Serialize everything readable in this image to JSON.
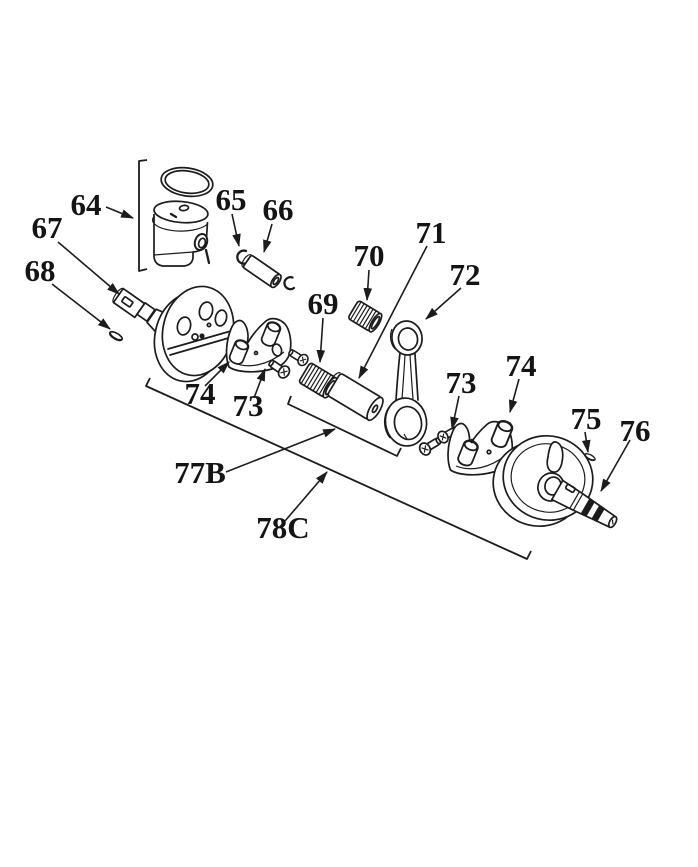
{
  "figure": {
    "subject": "Exploded parts diagram of engine crankshaft, connecting rod and piston assembly",
    "colors": {
      "background": "#ffffff",
      "line": "#1c1c1c",
      "label_text": "#141414"
    },
    "callouts": {
      "c64": "64",
      "c65": "65",
      "c66": "66",
      "c67": "67",
      "c68": "68",
      "c69": "69",
      "c70": "70",
      "c71": "71",
      "c72": "72",
      "c73_left": "73",
      "c74_left": "74",
      "c73_right": "73",
      "c74_right": "74",
      "c75": "75",
      "c76": "76",
      "c77b": "77B",
      "c78c": "78C"
    }
  }
}
